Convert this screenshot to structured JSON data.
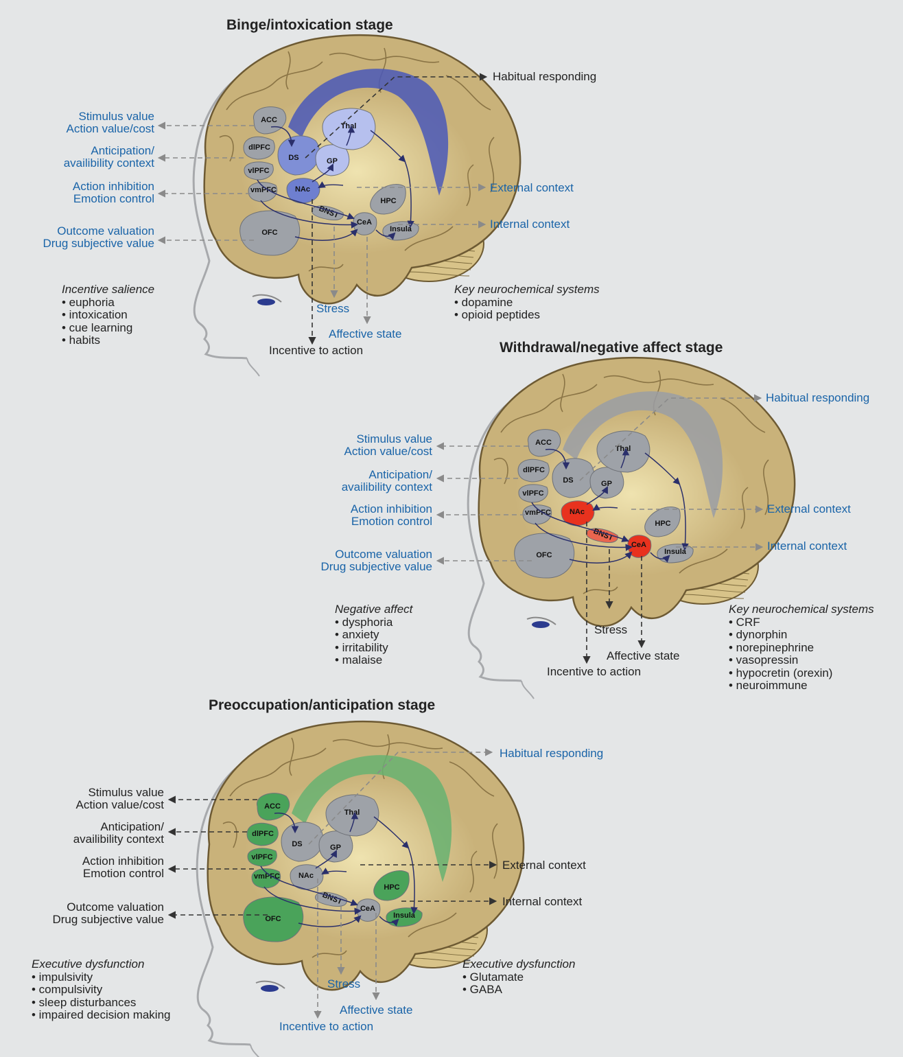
{
  "panels": [
    {
      "title": "Binge/intoxication stage",
      "labels_left": [
        {
          "l1": "Stimulus value",
          "l2": "Action value/cost"
        },
        {
          "l1": "Anticipation/",
          "l2": "availibility context"
        },
        {
          "l1": "Action inhibition",
          "l2": "Emotion control"
        },
        {
          "l1": "Outcome valuation",
          "l2": "Drug subjective value"
        }
      ],
      "habitual": "Habitual responding",
      "external": "External context",
      "internal": "Internal context",
      "stress": "Stress",
      "affective": "Affective state",
      "incentive": "Incentive to action",
      "list_left": {
        "heading": "Incentive salience",
        "items": [
          "• euphoria",
          "• intoxication",
          "• cue learning",
          "• habits"
        ]
      },
      "list_right": {
        "heading": "Key neurochemical systems",
        "items": [
          "• dopamine",
          "• opioid peptides"
        ]
      },
      "regions": {
        "acc": "ACC",
        "dlpfc": "dlPFC",
        "vlpfc": "vlPFC",
        "vmpfc": "vmPFC",
        "ofc": "OFC",
        "ds": "DS",
        "gp": "GP",
        "thal": "Thal",
        "nac": "NAc",
        "bnst": "BNST",
        "cea": "CeA",
        "hpc": "HPC",
        "insula": "Insula"
      }
    },
    {
      "title": "Withdrawal/negative affect stage",
      "labels_left": [
        {
          "l1": "Stimulus value",
          "l2": "Action value/cost"
        },
        {
          "l1": "Anticipation/",
          "l2": "availibility context"
        },
        {
          "l1": "Action inhibition",
          "l2": "Emotion control"
        },
        {
          "l1": "Outcome valuation",
          "l2": "Drug subjective value"
        }
      ],
      "habitual": "Habitual responding",
      "external": "External context",
      "internal": "Internal context",
      "stress": "Stress",
      "affective": "Affective state",
      "incentive": "Incentive to action",
      "list_left": {
        "heading": "Negative affect",
        "items": [
          "• dysphoria",
          "• anxiety",
          "• irritability",
          "• malaise"
        ]
      },
      "list_right": {
        "heading": "Key neurochemical systems",
        "items": [
          "• CRF",
          "• dynorphin",
          "• norepinephrine",
          "• vasopressin",
          "• hypocretin (orexin)",
          "• neuroimmune"
        ]
      },
      "regions": {
        "acc": "ACC",
        "dlpfc": "dlPFC",
        "vlpfc": "vlPFC",
        "vmpfc": "vmPFC",
        "ofc": "OFC",
        "ds": "DS",
        "gp": "GP",
        "thal": "Thal",
        "nac": "NAc",
        "bnst": "BNST",
        "cea": "CeA",
        "hpc": "HPC",
        "insula": "Insula"
      }
    },
    {
      "title": "Preoccupation/anticipation stage",
      "labels_left": [
        {
          "l1": "Stimulus value",
          "l2": "Action value/cost"
        },
        {
          "l1": "Anticipation/",
          "l2": "availibility context"
        },
        {
          "l1": "Action inhibition",
          "l2": "Emotion control"
        },
        {
          "l1": "Outcome valuation",
          "l2": "Drug subjective value"
        }
      ],
      "habitual": "Habitual responding",
      "external": "External context",
      "internal": "Internal context",
      "stress": "Stress",
      "affective": "Affective state",
      "incentive": "Incentive to action",
      "list_left": {
        "heading": "Executive dysfunction",
        "items": [
          "• impulsivity",
          "• compulsivity",
          "• sleep disturbances",
          "• impaired decision making"
        ]
      },
      "list_right": {
        "heading": "Executive dysfunction",
        "items": [
          "• Glutamate",
          "• GABA"
        ]
      },
      "regions": {
        "acc": "ACC",
        "dlpfc": "dlPFC",
        "vlpfc": "vlPFC",
        "vmpfc": "vmPFC",
        "ofc": "OFC",
        "ds": "DS",
        "gp": "GP",
        "thal": "Thal",
        "nac": "NAc",
        "bnst": "BNST",
        "cea": "CeA",
        "hpc": "HPC",
        "insula": "Insula"
      }
    }
  ],
  "colors": {
    "background": "#e4e6e7",
    "brain_fill": "#c9b27a",
    "brain_outline": "#6d5a33",
    "inner_glow": "#efe3b0",
    "region_gray": "#9ea2a8",
    "binge_highlight": "#7f8fd6",
    "withdrawal_highlight": "#e8321e",
    "preoccupation_highlight": "#4aa35a",
    "label_blue": "#1a64a8",
    "label_dark": "#222222",
    "arrow_navy": "#2a2f6b"
  }
}
